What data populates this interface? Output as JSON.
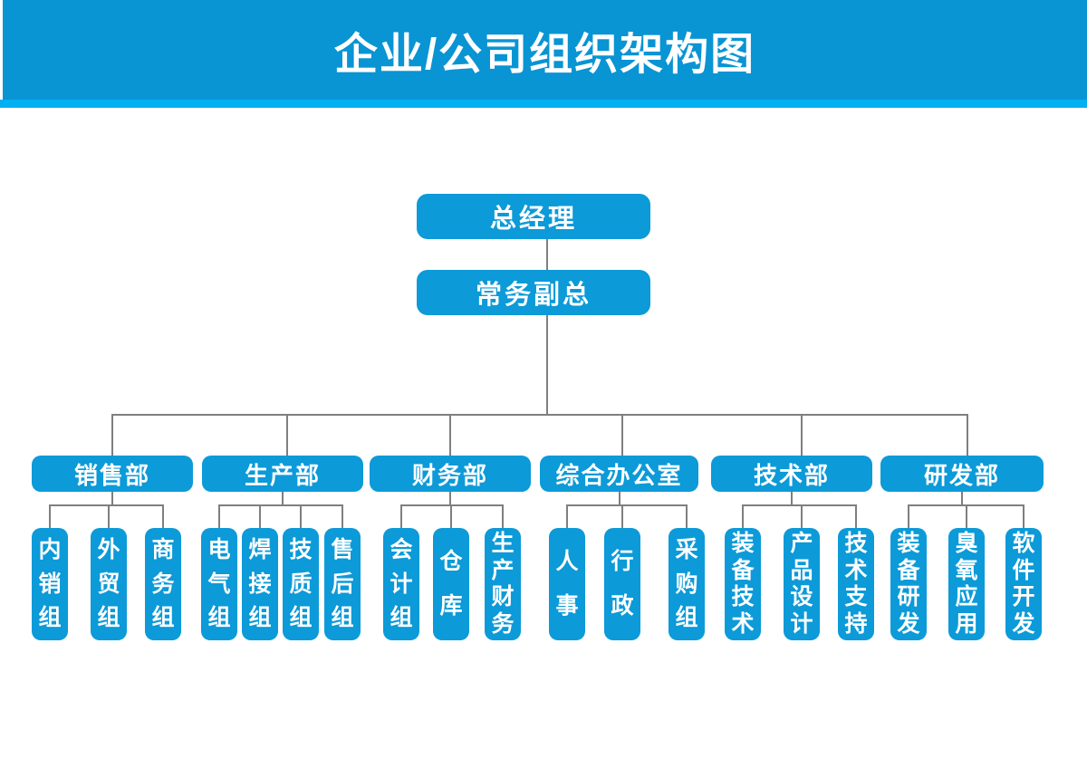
{
  "header": {
    "title": "企业/公司组织架构图"
  },
  "colors": {
    "banner_blue": "#0994d4",
    "strip_cyan": "#00b0f0",
    "box_blue": "#0c9ad8",
    "connector_gray": "#7f7f7f",
    "text_white": "#ffffff"
  },
  "chart_data": {
    "type": "org-chart",
    "root": {
      "label": "总经理"
    },
    "deputy": {
      "label": "常务副总"
    },
    "departments": [
      {
        "label": "销售部",
        "children": [
          "内销组",
          "外贸组",
          "商务组"
        ]
      },
      {
        "label": "生产部",
        "children": [
          "电气组",
          "焊接组",
          "技质组",
          "售后组"
        ]
      },
      {
        "label": "财务部",
        "children": [
          "会计组",
          "仓库",
          "生产财务"
        ]
      },
      {
        "label": "综合办公室",
        "children": [
          "人事",
          "行政",
          "采购组"
        ]
      },
      {
        "label": "技术部",
        "children": [
          "装备技术",
          "产品设计",
          "技术支持"
        ]
      },
      {
        "label": "研发部",
        "children": [
          "装备研发",
          "臭氧应用",
          "软件开发"
        ]
      }
    ]
  }
}
